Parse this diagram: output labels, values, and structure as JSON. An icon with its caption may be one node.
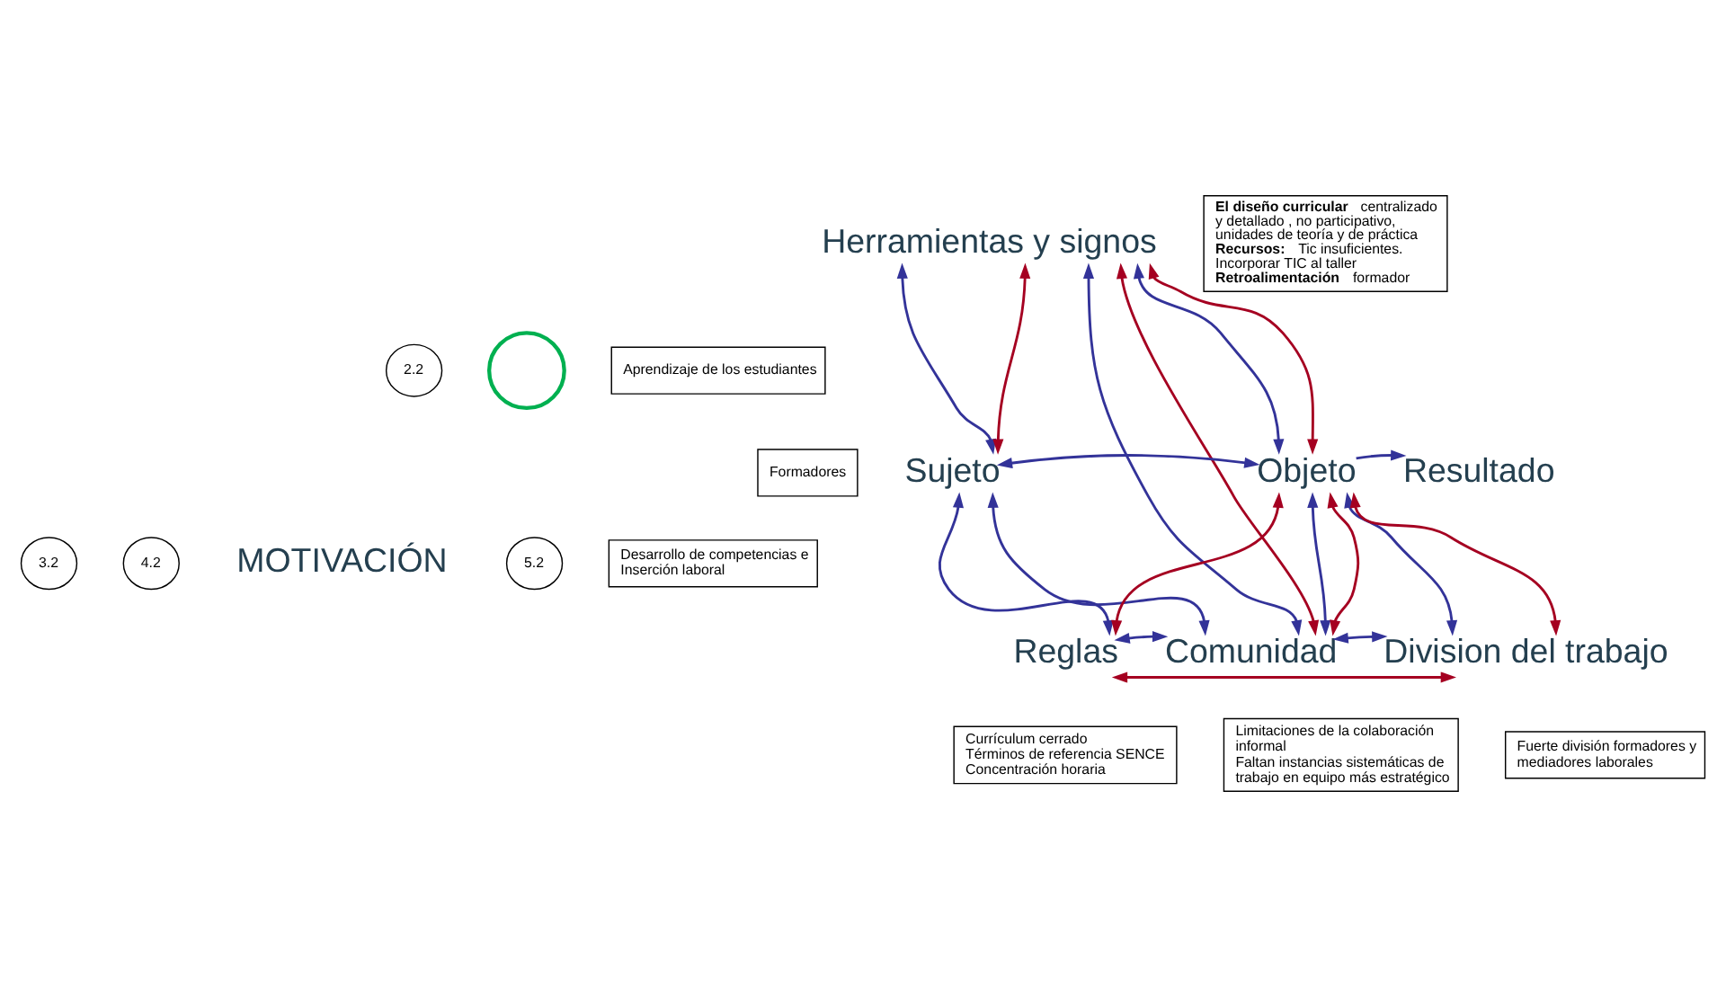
{
  "diagram": {
    "nodes": [
      {
        "text": [
          "Herramientas y signos"
        ]
      },
      {
        "text": [
          "**El diseño curricular** centralizado y detallado , no participativo, unidades de teoría y de práctica",
          "**Recursos:** Tic insuficientes. Incorporar TIC al taller",
          "**Retroalimentación** formador"
        ]
      },
      {
        "text": [
          "2.2"
        ]
      },
      {
        "text": [
          "Objeto"
        ]
      },
      {
        "text": [
          "Sujeto"
        ]
      },
      {
        "text": [
          "Formadores"
        ]
      },
      {
        "text": [
          "Aprendizaje de los estudiantes"
        ]
      },
      {
        "text": [],
        "shape": "circle"
      },
      {
        "text": [
          "Resultado"
        ]
      },
      {
        "text": [
          "Desarrollo de competencias e Inserción laboral"
        ]
      },
      {
        "text": [
          "4.2"
        ]
      },
      {
        "text": [
          "3.2"
        ]
      },
      {
        "text": [
          "5.2"
        ]
      },
      {
        "text": [
          "Reglas"
        ]
      },
      {
        "text": [
          "Division del trabajo"
        ]
      },
      {
        "text": [
          "Comunidad"
        ]
      },
      {
        "text": [
          "Currículum cerrado",
          "Términos de referencia SENCE",
          "Concentración horaria"
        ]
      },
      {
        "text": [
          "Fuerte división formadores y mediadores laborales"
        ]
      },
      {
        "text": [
          "Limitaciones de la colaboración informal",
          "Faltan instancias sistemáticas de trabajo en equipo más estratégico"
        ]
      }
    ],
    "edges": [
      {
        "from": 0,
        "to": 4,
        "arrow": "both"
      },
      {
        "from": 0,
        "to": 3,
        "arrow": "both"
      },
      {
        "from": 0,
        "to": 15,
        "arrow": "both"
      },
      {
        "from": 4,
        "to": 3,
        "arrow": "both"
      },
      {
        "from": 3,
        "to": 8,
        "arrow": "to"
      },
      {
        "from": 4,
        "to": 13,
        "arrow": "both"
      },
      {
        "from": 4,
        "to": 15,
        "arrow": "both"
      },
      {
        "from": 15,
        "to": 3,
        "arrow": "both"
      },
      {
        "from": 3,
        "to": 14,
        "arrow": "both"
      },
      {
        "from": 13,
        "to": 15,
        "arrow": "both"
      },
      {
        "from": 15,
        "to": 14,
        "arrow": "both"
      },
      {
        "from": 0,
        "to": 4,
        "arrow": "both",
        "color": "#a50021"
      },
      {
        "from": 0,
        "to": 3,
        "arrow": "both",
        "color": "#a50021"
      },
      {
        "from": 0,
        "to": 15,
        "arrow": "both",
        "color": "#a50021"
      },
      {
        "from": 3,
        "to": 13,
        "arrow": "both",
        "color": "#a50021"
      },
      {
        "from": 15,
        "to": 3,
        "arrow": "both",
        "color": "#a50021"
      },
      {
        "from": 13,
        "to": 14,
        "arrow": "both",
        "color": "#a50021"
      },
      {
        "from": 3,
        "to": 14,
        "arrow": "both",
        "color": "#a50021"
      }
    ],
    "labels": [
      "MOTIVACIÓN"
    ]
  }
}
